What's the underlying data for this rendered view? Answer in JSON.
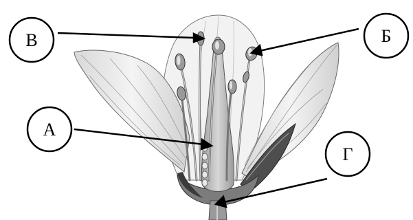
{
  "labels": {
    "A": "А",
    "B": "Б",
    "V": "В",
    "G": "Г"
  },
  "colors": {
    "ink": "#000000",
    "petal_light": "#eeeeee",
    "petal_mid": "#cfcfcf",
    "petal_dark": "#8a8a8a",
    "sepal": "#5a5a5a",
    "background": "#ffffff"
  }
}
